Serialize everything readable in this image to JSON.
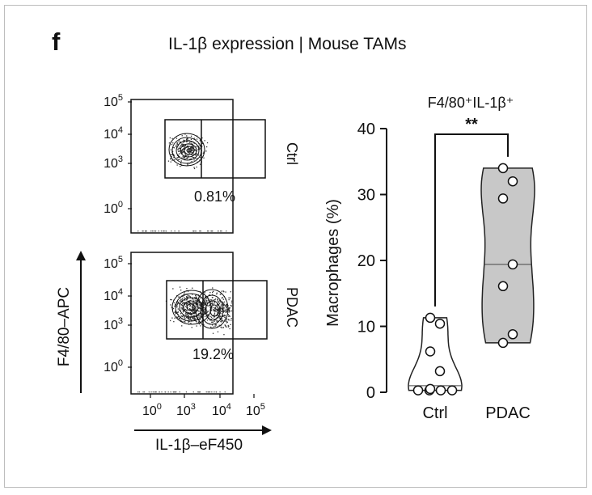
{
  "panel_label": "f",
  "figure_title": "IL-1β expression | Mouse TAMs",
  "flow_plots": {
    "x_axis_label": "IL-1β–eF450",
    "y_axis_label": "F4/80–APC",
    "decade_ticks": [
      {
        "base": "10",
        "exp": "0"
      },
      {
        "base": "10",
        "exp": "3"
      },
      {
        "base": "10",
        "exp": "4"
      },
      {
        "base": "10",
        "exp": "5"
      }
    ],
    "panels": [
      {
        "sample": "Ctrl",
        "gate_percent": "0.81%",
        "fraction_right_of_gate": 0.0081
      },
      {
        "sample": "PDAC",
        "gate_percent": "19.2%",
        "fraction_right_of_gate": 0.192
      }
    ]
  },
  "chart_data": {
    "type": "violin",
    "title": "F4/80⁺IL-1β⁺",
    "xlabel": "",
    "ylabel": "Macrophages (%)",
    "categories": [
      "Ctrl",
      "PDAC"
    ],
    "ylim": [
      0,
      40
    ],
    "yticks": [
      0,
      10,
      20,
      30,
      40
    ],
    "significance": "**",
    "series": [
      {
        "category": "Ctrl",
        "points": [
          0.3,
          0.3,
          0.3,
          0.3,
          0.5,
          3.2,
          6.2,
          10.4,
          11.3
        ],
        "median": 1.0,
        "fill": "#ffffff"
      },
      {
        "category": "PDAC",
        "points": [
          7.5,
          8.8,
          16.1,
          19.4,
          29.4,
          32.0,
          34.0
        ],
        "median": 19.4,
        "fill": "#c8c8c8"
      }
    ]
  }
}
